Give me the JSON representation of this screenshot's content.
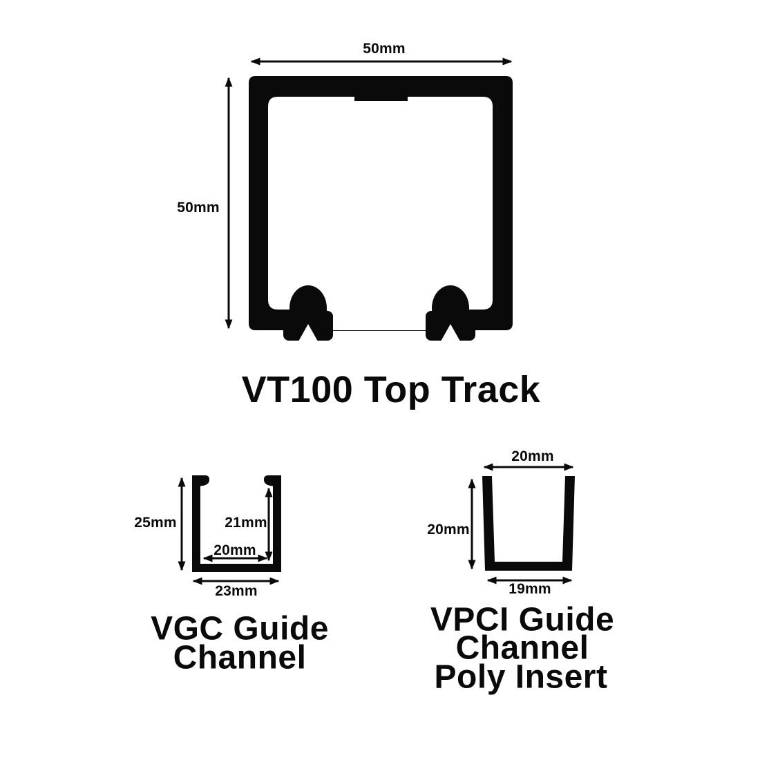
{
  "colors": {
    "ink": "#0a0a0a",
    "background": "#ffffff"
  },
  "top_track": {
    "title": "VT100 Top Track",
    "dims": {
      "width": "50mm",
      "height": "50mm"
    }
  },
  "vgc_channel": {
    "title_lines": [
      "VGC Guide",
      "Channel"
    ],
    "dims": {
      "outer_height": "25mm",
      "inner_height": "21mm",
      "inner_width": "20mm",
      "outer_width": "23mm"
    }
  },
  "vpci_insert": {
    "title_lines": [
      "VPCI Guide",
      "Channel",
      "Poly Insert"
    ],
    "dims": {
      "top_width": "20mm",
      "height": "20mm",
      "bottom_width": "19mm"
    }
  }
}
